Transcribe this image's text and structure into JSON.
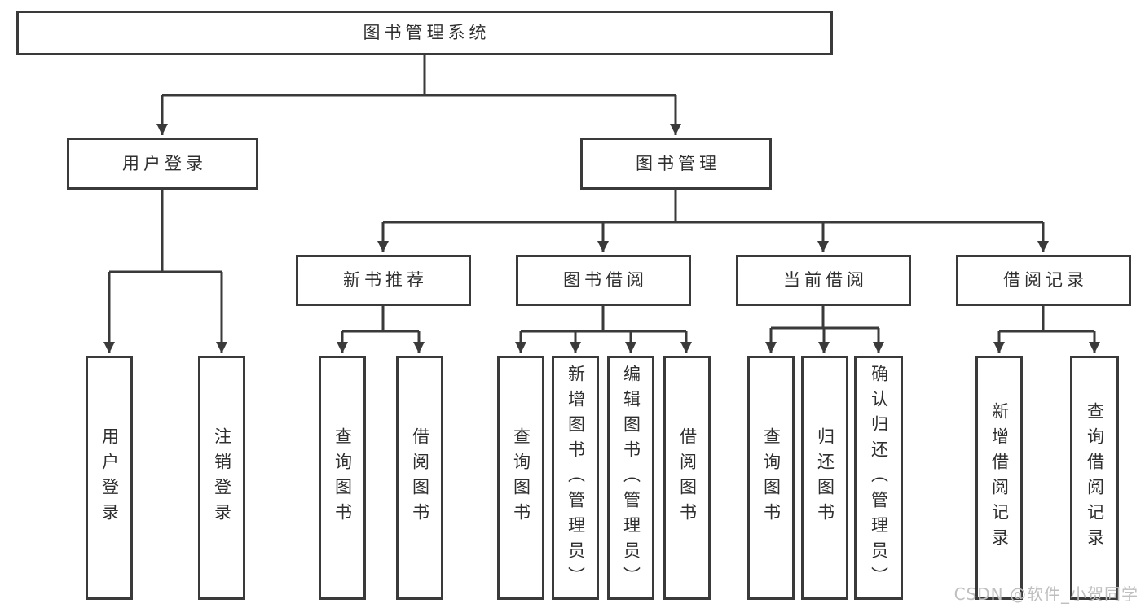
{
  "colors": {
    "line-color": "#3a3a3a",
    "text-color": "#2f2f2f",
    "watermark-color": "#bfbfbf",
    "bg-color": "#ffffff"
  },
  "watermark": {
    "text": "CSDN @软件_小贺同学"
  },
  "tree": {
    "root": {
      "label": "图书管理系统"
    },
    "user_login": {
      "label": "用户登录",
      "children": {
        "login": {
          "label": "用户登录"
        },
        "logout": {
          "label": "注销登录"
        }
      }
    },
    "book_mgmt": {
      "label": "图书管理",
      "children": {
        "new_books": {
          "label": "新书推荐",
          "children": {
            "query": {
              "label": "查询图书"
            },
            "borrow": {
              "label": "借阅图书"
            }
          }
        },
        "book_borrow": {
          "label": "图书借阅",
          "children": {
            "query": {
              "label": "查询图书"
            },
            "add": {
              "label": "新增图书（管理员）"
            },
            "edit": {
              "label": "编辑图书（管理员）"
            },
            "borrow": {
              "label": "借阅图书"
            }
          }
        },
        "current_borrow": {
          "label": "当前借阅",
          "children": {
            "query": {
              "label": "查询图书"
            },
            "return": {
              "label": "归还图书"
            },
            "confirm": {
              "label": "确认归还（管理员）"
            }
          }
        },
        "borrow_records": {
          "label": "借阅记录",
          "children": {
            "add": {
              "label": "新增借阅记录"
            },
            "query": {
              "label": "查询借阅记录"
            }
          }
        }
      }
    }
  }
}
